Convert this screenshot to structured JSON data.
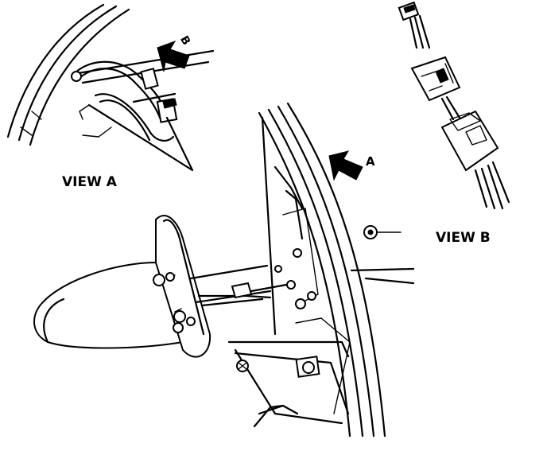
{
  "diagram": {
    "labels": {
      "view_a": "VIEW  A",
      "view_b": "VIEW  B",
      "arrow_a": "A",
      "arrow_b": "B"
    },
    "colors": {
      "ink": "#000000",
      "paper": "#ffffff"
    }
  }
}
